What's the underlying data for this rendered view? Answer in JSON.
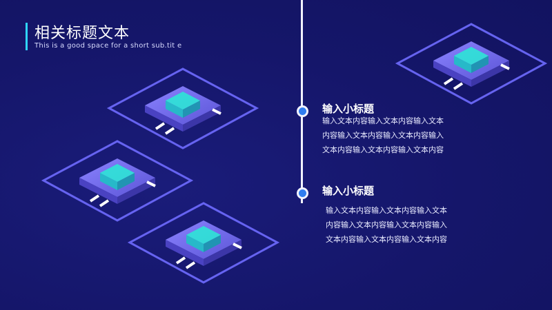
{
  "slide": {
    "title": "相关标题文本",
    "subtitle": "This is a good space for a short sub.tit e"
  },
  "items": [
    {
      "heading": "输入小标题",
      "body": "输入文本内容输入文本内容输入文本内容输入文本内容输入文本内容输入文本内容输入文本内容输入文本内容"
    },
    {
      "heading": "输入小标题",
      "body": "输入文本内容输入文本内容输入文本内容输入文本内容输入文本内容输入文本内容输入文本内容输入文本内容"
    }
  ],
  "icons": [
    "chip-icon",
    "chip-icon",
    "chip-icon",
    "chip-icon"
  ],
  "colors": {
    "background": "#15166a",
    "accent_cyan": "#2fd5ff",
    "node_blue": "#2f7df0",
    "chip_purple": "#6a63e8",
    "chip_core": "#3fe0d9"
  }
}
